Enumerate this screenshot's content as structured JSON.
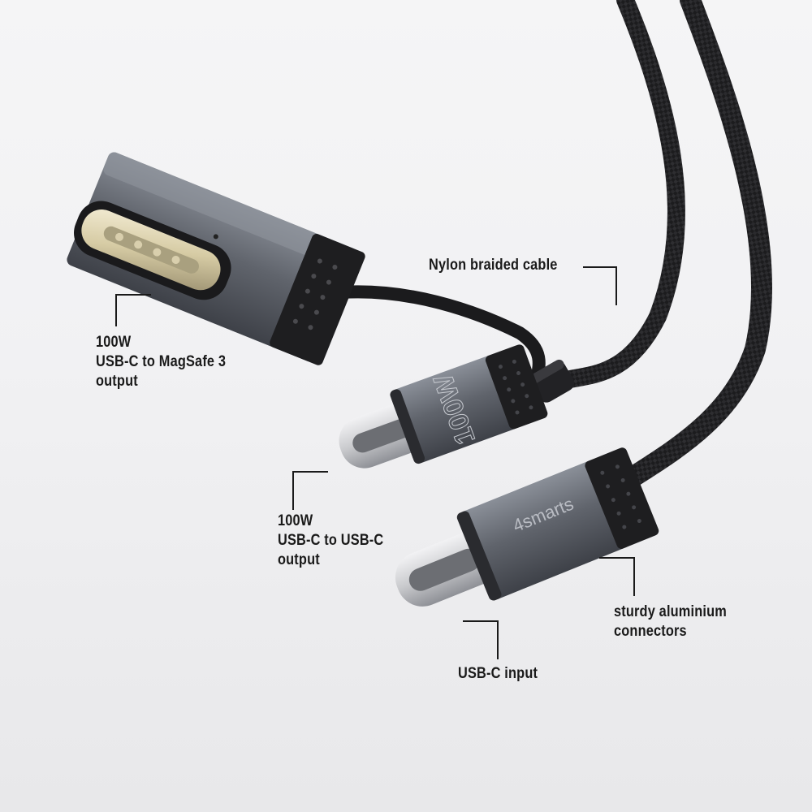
{
  "product": {
    "brand": "4smarts",
    "connector_marking": "100W"
  },
  "annotations": {
    "magsafe": {
      "lines": [
        "100W",
        "USB-C to MagSafe 3",
        "output"
      ]
    },
    "cable": {
      "lines": [
        "Nylon braided cable"
      ]
    },
    "usbc_output": {
      "lines": [
        "100W",
        "USB-C to USB-C",
        "output"
      ]
    },
    "connectors": {
      "lines": [
        "sturdy aluminium",
        "connectors"
      ]
    },
    "input": {
      "lines": [
        "USB-C input"
      ]
    }
  },
  "colors": {
    "background": "#f2f2f4",
    "aluminium": "#5a5e66",
    "aluminium_light": "#7a7f88",
    "cable": "#1c1c1e",
    "gold_plug": "#d8cfae",
    "silver_plug": "#d9dadd",
    "label_text": "#1a1a1a"
  }
}
